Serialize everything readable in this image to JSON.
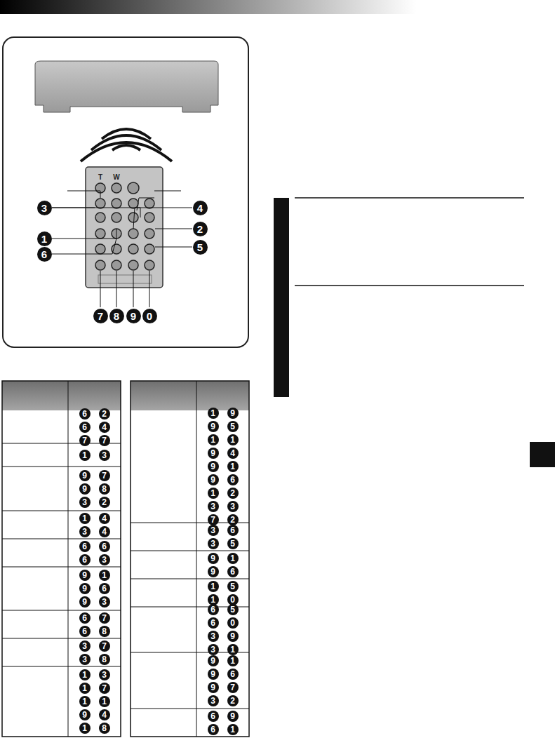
{
  "diagram": {
    "labels": [
      "3",
      "4",
      "1",
      "2",
      "5",
      "6",
      "7",
      "8",
      "9",
      "0",
      "T",
      "W",
      "6",
      "2",
      "6",
      "4",
      "7",
      "7",
      "1",
      "3",
      "9",
      "7",
      "9",
      "8",
      "3",
      "2",
      "1",
      "4",
      "3",
      "4",
      "6",
      "6",
      "6",
      "3",
      "9",
      "1",
      "9",
      "6",
      "9",
      "3",
      "6",
      "7",
      "6",
      "8",
      "3",
      "7",
      "3",
      "8",
      "1",
      "3",
      "1",
      "7",
      "1",
      "1",
      "9",
      "4",
      "1",
      "8",
      "1",
      "9",
      "9",
      "5",
      "1",
      "1",
      "9",
      "4",
      "9",
      "1",
      "9",
      "6",
      "1",
      "2",
      "3",
      "3",
      "7",
      "2",
      "3",
      "6",
      "3",
      "5",
      "9",
      "1",
      "9",
      "6",
      "1",
      "5",
      "1",
      "0",
      "6",
      "5",
      "6",
      "0",
      "3",
      "9",
      "3",
      "1",
      "9",
      "1",
      "9",
      "6",
      "9",
      "7",
      "3",
      "2",
      "6",
      "9",
      "6",
      "1"
    ]
  }
}
